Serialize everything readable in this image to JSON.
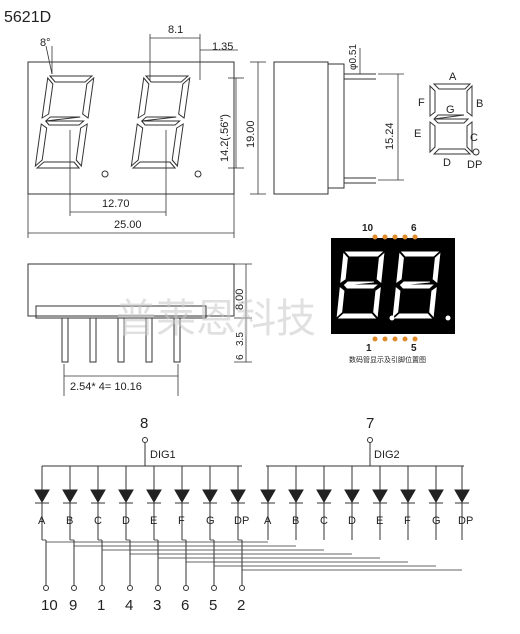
{
  "title": "5621D",
  "dims": {
    "angle": "8°",
    "pitch": "8.1",
    "seg_width": "1.35",
    "digit_height": "14.2(.56\")",
    "height": "19.00",
    "digit_spacing": "12.70",
    "width": "25.00",
    "pin_diameter": "φ0.51",
    "pin_row_spacing": "15.24",
    "side_height": "8.00",
    "pin_len_a": "3.5",
    "pin_len_b": "6",
    "pin_pitch": "2.54* 4= 10.16"
  },
  "segment_labels": [
    "A",
    "B",
    "C",
    "D",
    "E",
    "F",
    "G",
    "DP"
  ],
  "photo": {
    "top_pins": [
      "10",
      "6"
    ],
    "bottom_pins": [
      "1",
      "5"
    ],
    "caption": "数码管显示及引脚位置图"
  },
  "watermark": "普莱恩科技",
  "circuit": {
    "common_pins": [
      "8",
      "7"
    ],
    "digit_labels": [
      "DIG1",
      "DIG2"
    ],
    "diode_labels": [
      "A",
      "B",
      "C",
      "D",
      "E",
      "F",
      "G",
      "DP",
      "A",
      "B",
      "C",
      "D",
      "E",
      "F",
      "G",
      "DP"
    ],
    "pin_numbers": [
      "10",
      "9",
      "1",
      "4",
      "3",
      "6",
      "5",
      "2"
    ]
  },
  "colors": {
    "line": "#333333",
    "display_bg": "#000000",
    "pin_dot": "#e08a2c"
  }
}
